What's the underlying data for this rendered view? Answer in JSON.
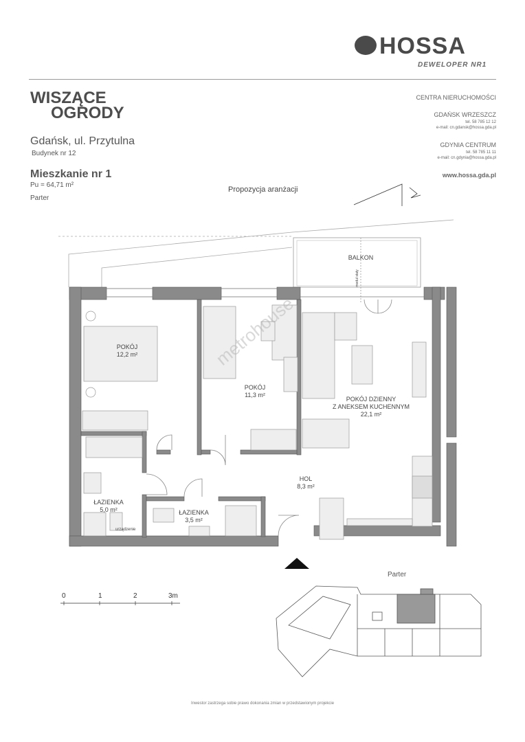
{
  "brand": {
    "name": "HOSSA",
    "tagline": "DEWELOPER NR1"
  },
  "project": {
    "title_line1": "WISZĄCE",
    "title_line2": "OGRODY",
    "location": "Gdańsk, ul. Przytulna",
    "building": "Budynek nr 12",
    "apartment": "Mieszkanie nr 1",
    "area": "Pu = 64,71 m²",
    "floor": "Parter"
  },
  "contact": {
    "heading": "CENTRA NIERUCHOMOŚCI",
    "offices": [
      {
        "name": "GDAŃSK WRZESZCZ",
        "tel": "tel. 58 785 12 12",
        "email": "e-mail: cn.gdansk@hossa.gda.pl"
      },
      {
        "name": "GDYNIA CENTRUM",
        "tel": "tel. 58 785 11 11",
        "email": "e-mail: cn.gdynia@hossa.gda.pl"
      }
    ],
    "website": "www.hossa.gda.pl"
  },
  "plan": {
    "caption": "Propozycja aranżacji",
    "watermark": "metrohouse",
    "rooms": [
      {
        "name": "POKÓJ",
        "area": "12,2 m²"
      },
      {
        "name": "POKÓJ",
        "area": "11,3 m²"
      },
      {
        "name": "POKÓJ DZIENNY",
        "name2": "Z ANEKSEM KUCHENNYM",
        "area": "22,1 m²"
      },
      {
        "name": "HOL",
        "area": "8,3 m²"
      },
      {
        "name": "ŁAZIENKA",
        "area": "5,0 m²"
      },
      {
        "name": "ŁAZIENKA",
        "area": "3,5 m²"
      },
      {
        "name": "BALKON"
      }
    ],
    "labels": {
      "module": "moduł stały",
      "device": "urządzenie"
    }
  },
  "scale": {
    "ticks": [
      "0",
      "1",
      "2",
      "3m"
    ]
  },
  "key_plan": {
    "label": "Parter"
  },
  "footer": {
    "note": "Inwestor zastrzega sobie prawo dokonania zmian w przedstawionym projekcie"
  }
}
